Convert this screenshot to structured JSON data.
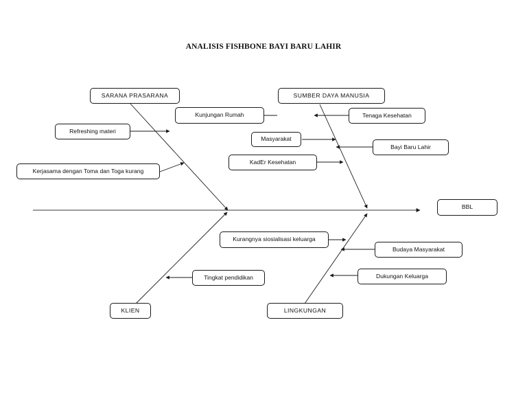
{
  "diagram": {
    "type": "fishbone",
    "title": "ANALISIS FISHBONE BAYI BARU LAHIR",
    "effect": {
      "id": "bbl",
      "label": "BBL"
    },
    "categories": [
      {
        "id": "sarana-prasarana",
        "label": "SARANA PRASARANA",
        "position": "top-left"
      },
      {
        "id": "sumber-daya-manusia",
        "label": "SUMBER DAYA MANUSIA",
        "position": "top-right"
      },
      {
        "id": "klien",
        "label": "KLIEN",
        "position": "bottom-left"
      },
      {
        "id": "lingkungan",
        "label": "LINGKUNGAN",
        "position": "bottom-right"
      }
    ],
    "causes": [
      {
        "id": "kunjungan-rumah",
        "label": "Kunjungan Rumah",
        "category": "sarana-prasarana"
      },
      {
        "id": "refreshing-materi",
        "label": "Refreshing materi",
        "category": "sarana-prasarana"
      },
      {
        "id": "kerjasama-toma-toga",
        "label": "Kerjasama dengan Toma dan Toga kurang",
        "category": "sarana-prasarana"
      },
      {
        "id": "tenaga-kesehatan",
        "label": "Tenaga Kesehatan",
        "category": "sumber-daya-manusia"
      },
      {
        "id": "masyarakat",
        "label": "Masyarakat",
        "category": "sumber-daya-manusia"
      },
      {
        "id": "bayi-baru-lahir",
        "label": "Bayi Baru Lahir",
        "category": "sumber-daya-manusia"
      },
      {
        "id": "kader-kesehatan",
        "label": "KadEr Kesehatan",
        "category": "sumber-daya-manusia"
      },
      {
        "id": "kurangnya-sosialisasi",
        "label": "Kurangnya siosialisasi keluarga",
        "category": "lingkungan"
      },
      {
        "id": "budaya-masyarakat",
        "label": "Budaya Masyarakat",
        "category": "lingkungan"
      },
      {
        "id": "dukungan-keluarga",
        "label": "Dukungan Keluarga",
        "category": "lingkungan"
      },
      {
        "id": "tingkat-pendidikan",
        "label": "Tingkat pendidikan",
        "category": "klien"
      }
    ],
    "colors": {
      "line": "#1a1a1a",
      "spine": "#3a3a3a",
      "box_border": "#1a1a1a",
      "text": "#101010",
      "background": "#ffffff"
    }
  }
}
